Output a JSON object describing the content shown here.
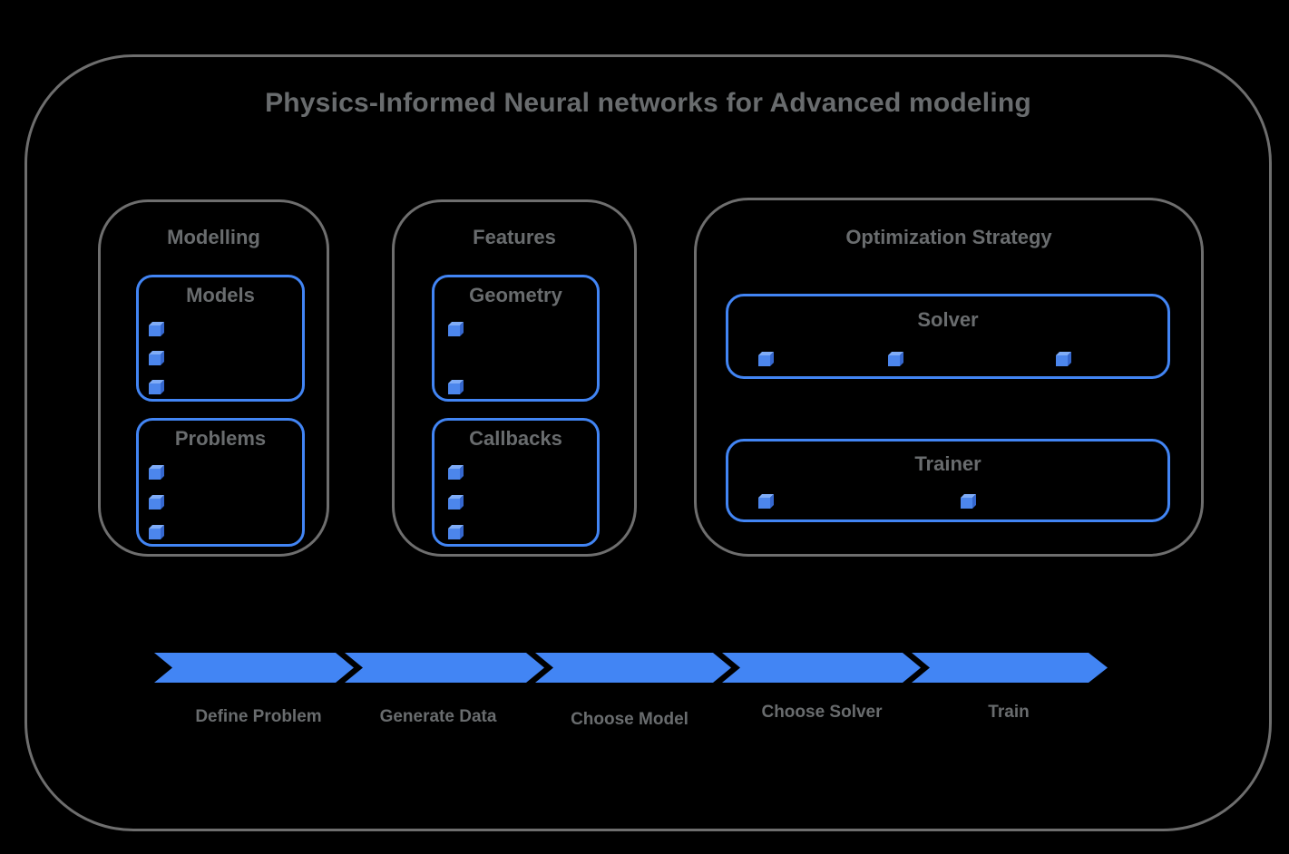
{
  "title": "Physics-Informed Neural networks for Advanced modeling",
  "colors": {
    "background": "#000000",
    "outline_gray": "#6e6e6e",
    "text_gray": "#696c6e",
    "blue_accent": "#4285F4",
    "cube_front": "#4C86EC",
    "cube_top": "#7FACF7",
    "cube_side": "#3567CE"
  },
  "icons": {
    "cube": "cube-icon"
  },
  "sections": [
    {
      "label": "Modelling",
      "boxes": [
        {
          "label": "Models",
          "cube_count": 3
        },
        {
          "label": "Problems",
          "cube_count": 3
        }
      ]
    },
    {
      "label": "Features",
      "boxes": [
        {
          "label": "Geometry",
          "cube_count": 2
        },
        {
          "label": "Callbacks",
          "cube_count": 3
        }
      ]
    },
    {
      "label": "Optimization Strategy",
      "boxes": [
        {
          "label": "Solver",
          "cube_count": 3
        },
        {
          "label": "Trainer",
          "cube_count": 2
        }
      ]
    }
  ],
  "pipeline": {
    "steps": [
      {
        "label": "Define Problem"
      },
      {
        "label": "Generate Data"
      },
      {
        "label": "Choose Model"
      },
      {
        "label": "Choose Solver"
      },
      {
        "label": "Train"
      }
    ]
  }
}
